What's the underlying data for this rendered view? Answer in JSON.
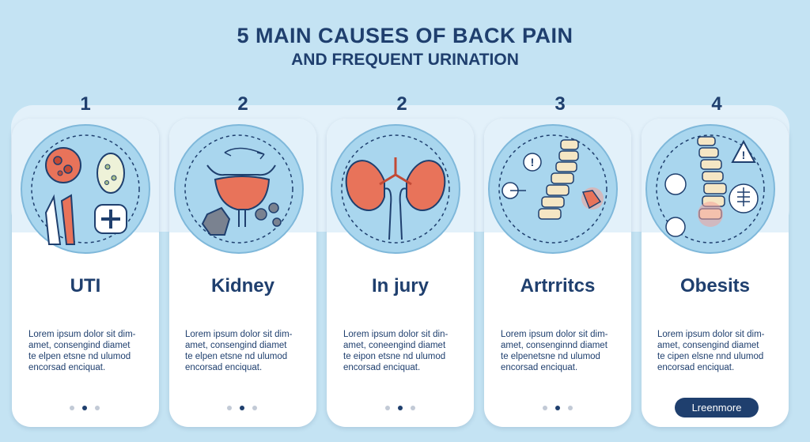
{
  "header": {
    "title_line1": "5 MAIN CAUSES OF BACK PAIN",
    "title_line2": "AND FREQUENT URINATION"
  },
  "cards": [
    {
      "number": "1",
      "title": "UTI",
      "icon": "bacteria-icon",
      "desc": [
        "Lorem ipsum dolor sit dim-",
        "amet, consengind diamet",
        "te elpen etsne nd ulumod",
        "encorsad enciquat."
      ]
    },
    {
      "number": "2",
      "title": "Kidney",
      "icon": "bladder-stones-icon",
      "desc": [
        "Lorem ipsum dolor sit dim-",
        "amet, consengind diamet",
        "te elpen etsne nd ulumod",
        "encorsad enciquat."
      ]
    },
    {
      "number": "2",
      "title": "In jury",
      "icon": "kidneys-icon",
      "desc": [
        "Lorem ipsum dolor sit din-",
        "amet, coneengind diamet",
        "te eipon etsne nd ulumod",
        "encorsad enciquat."
      ]
    },
    {
      "number": "3",
      "title": "Artrritcs",
      "icon": "spine-joint-icon",
      "desc": [
        "Lorem ipsum dolor sit dim-",
        "amet, consenginnd diamet",
        "te elpenetsne nd ulumod",
        "encorsad enciquat."
      ]
    },
    {
      "number": "4",
      "title": "Obesits",
      "icon": "spine-warning-icon",
      "desc": [
        "Lorem ipsum dolor sit dim-",
        "amet, consengind diamet",
        "te cipen elsne nnd ulumod",
        "encorsad enciquat."
      ]
    }
  ],
  "learn_more_label": "Lreenmore",
  "colors": {
    "background": "#c4e3f3",
    "navy": "#1f3f6e",
    "card": "#ffffff",
    "accent_red": "#e8735a"
  }
}
